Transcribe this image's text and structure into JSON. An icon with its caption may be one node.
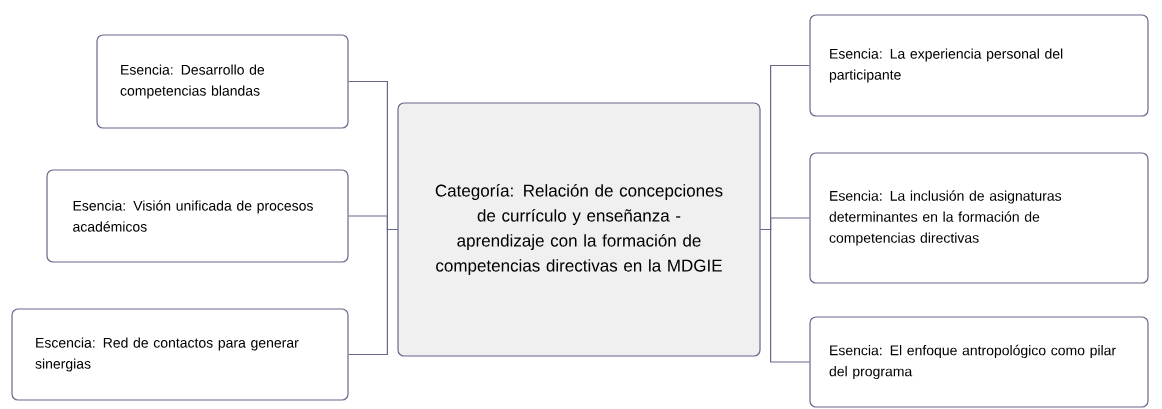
{
  "diagram": {
    "nodes": [
      {
        "text": [
          "Categoría: Relación de concepciones de currículo y enseñanza - aprendizaje con la formación de competencias directivas en la MDGIE"
        ]
      },
      {
        "text": [
          "Esencia: Desarrollo de competencias blandas"
        ]
      },
      {
        "text": [
          "Esencia: Visión unificada de procesos académicos"
        ]
      },
      {
        "text": [
          "Escencia: Red de contactos para generar sinergias"
        ]
      },
      {
        "text": [
          "Esencia: La experiencia personal del participante"
        ]
      },
      {
        "text": [
          "Esencia: La inclusión de asignaturas determinantes en la formación de competencias directivas"
        ]
      },
      {
        "text": [
          "Esencia: El enfoque antropológico como pilar del programa"
        ]
      }
    ],
    "edges": [
      {
        "from": 0,
        "to": 1,
        "arrow": "none"
      },
      {
        "from": 0,
        "to": 2,
        "arrow": "none"
      },
      {
        "from": 0,
        "to": 3,
        "arrow": "none"
      },
      {
        "from": 0,
        "to": 4,
        "arrow": "none"
      },
      {
        "from": 0,
        "to": 5,
        "arrow": "none"
      },
      {
        "from": 0,
        "to": 6,
        "arrow": "none"
      }
    ]
  }
}
